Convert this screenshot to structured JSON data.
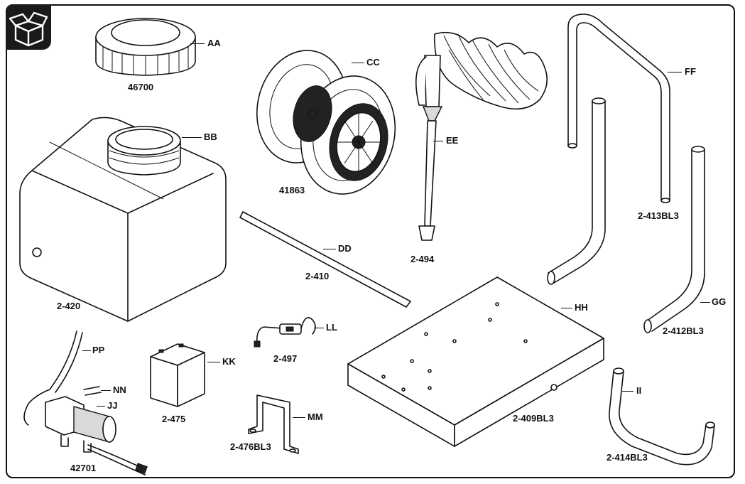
{
  "parts": [
    {
      "id": "aa",
      "letter": "AA",
      "number": "46700"
    },
    {
      "id": "bb",
      "letter": "BB",
      "number": "2-420"
    },
    {
      "id": "cc",
      "letter": "CC",
      "number": "41863"
    },
    {
      "id": "dd",
      "letter": "DD",
      "number": "2-410"
    },
    {
      "id": "ee",
      "letter": "EE",
      "number": "2-494"
    },
    {
      "id": "ff",
      "letter": "FF",
      "number": "2-413BL3"
    },
    {
      "id": "gg",
      "letter": "GG",
      "number": "2-412BL3"
    },
    {
      "id": "hh",
      "letter": "HH",
      "number": "2-409BL3"
    },
    {
      "id": "ii",
      "letter": "II",
      "number": "2-414BL3"
    },
    {
      "id": "jj",
      "letter": "JJ",
      "number": "42701"
    },
    {
      "id": "kk",
      "letter": "KK",
      "number": "2-475"
    },
    {
      "id": "ll",
      "letter": "LL",
      "number": "2-497"
    },
    {
      "id": "mm",
      "letter": "MM",
      "number": "2-476BL3"
    },
    {
      "id": "nn",
      "letter": "NN",
      "number": ""
    },
    {
      "id": "pp",
      "letter": "PP",
      "number": ""
    }
  ],
  "icon": "open-box-icon",
  "colors": {
    "line": "#111111",
    "badge": "#1a1a1a",
    "background": "#ffffff"
  }
}
